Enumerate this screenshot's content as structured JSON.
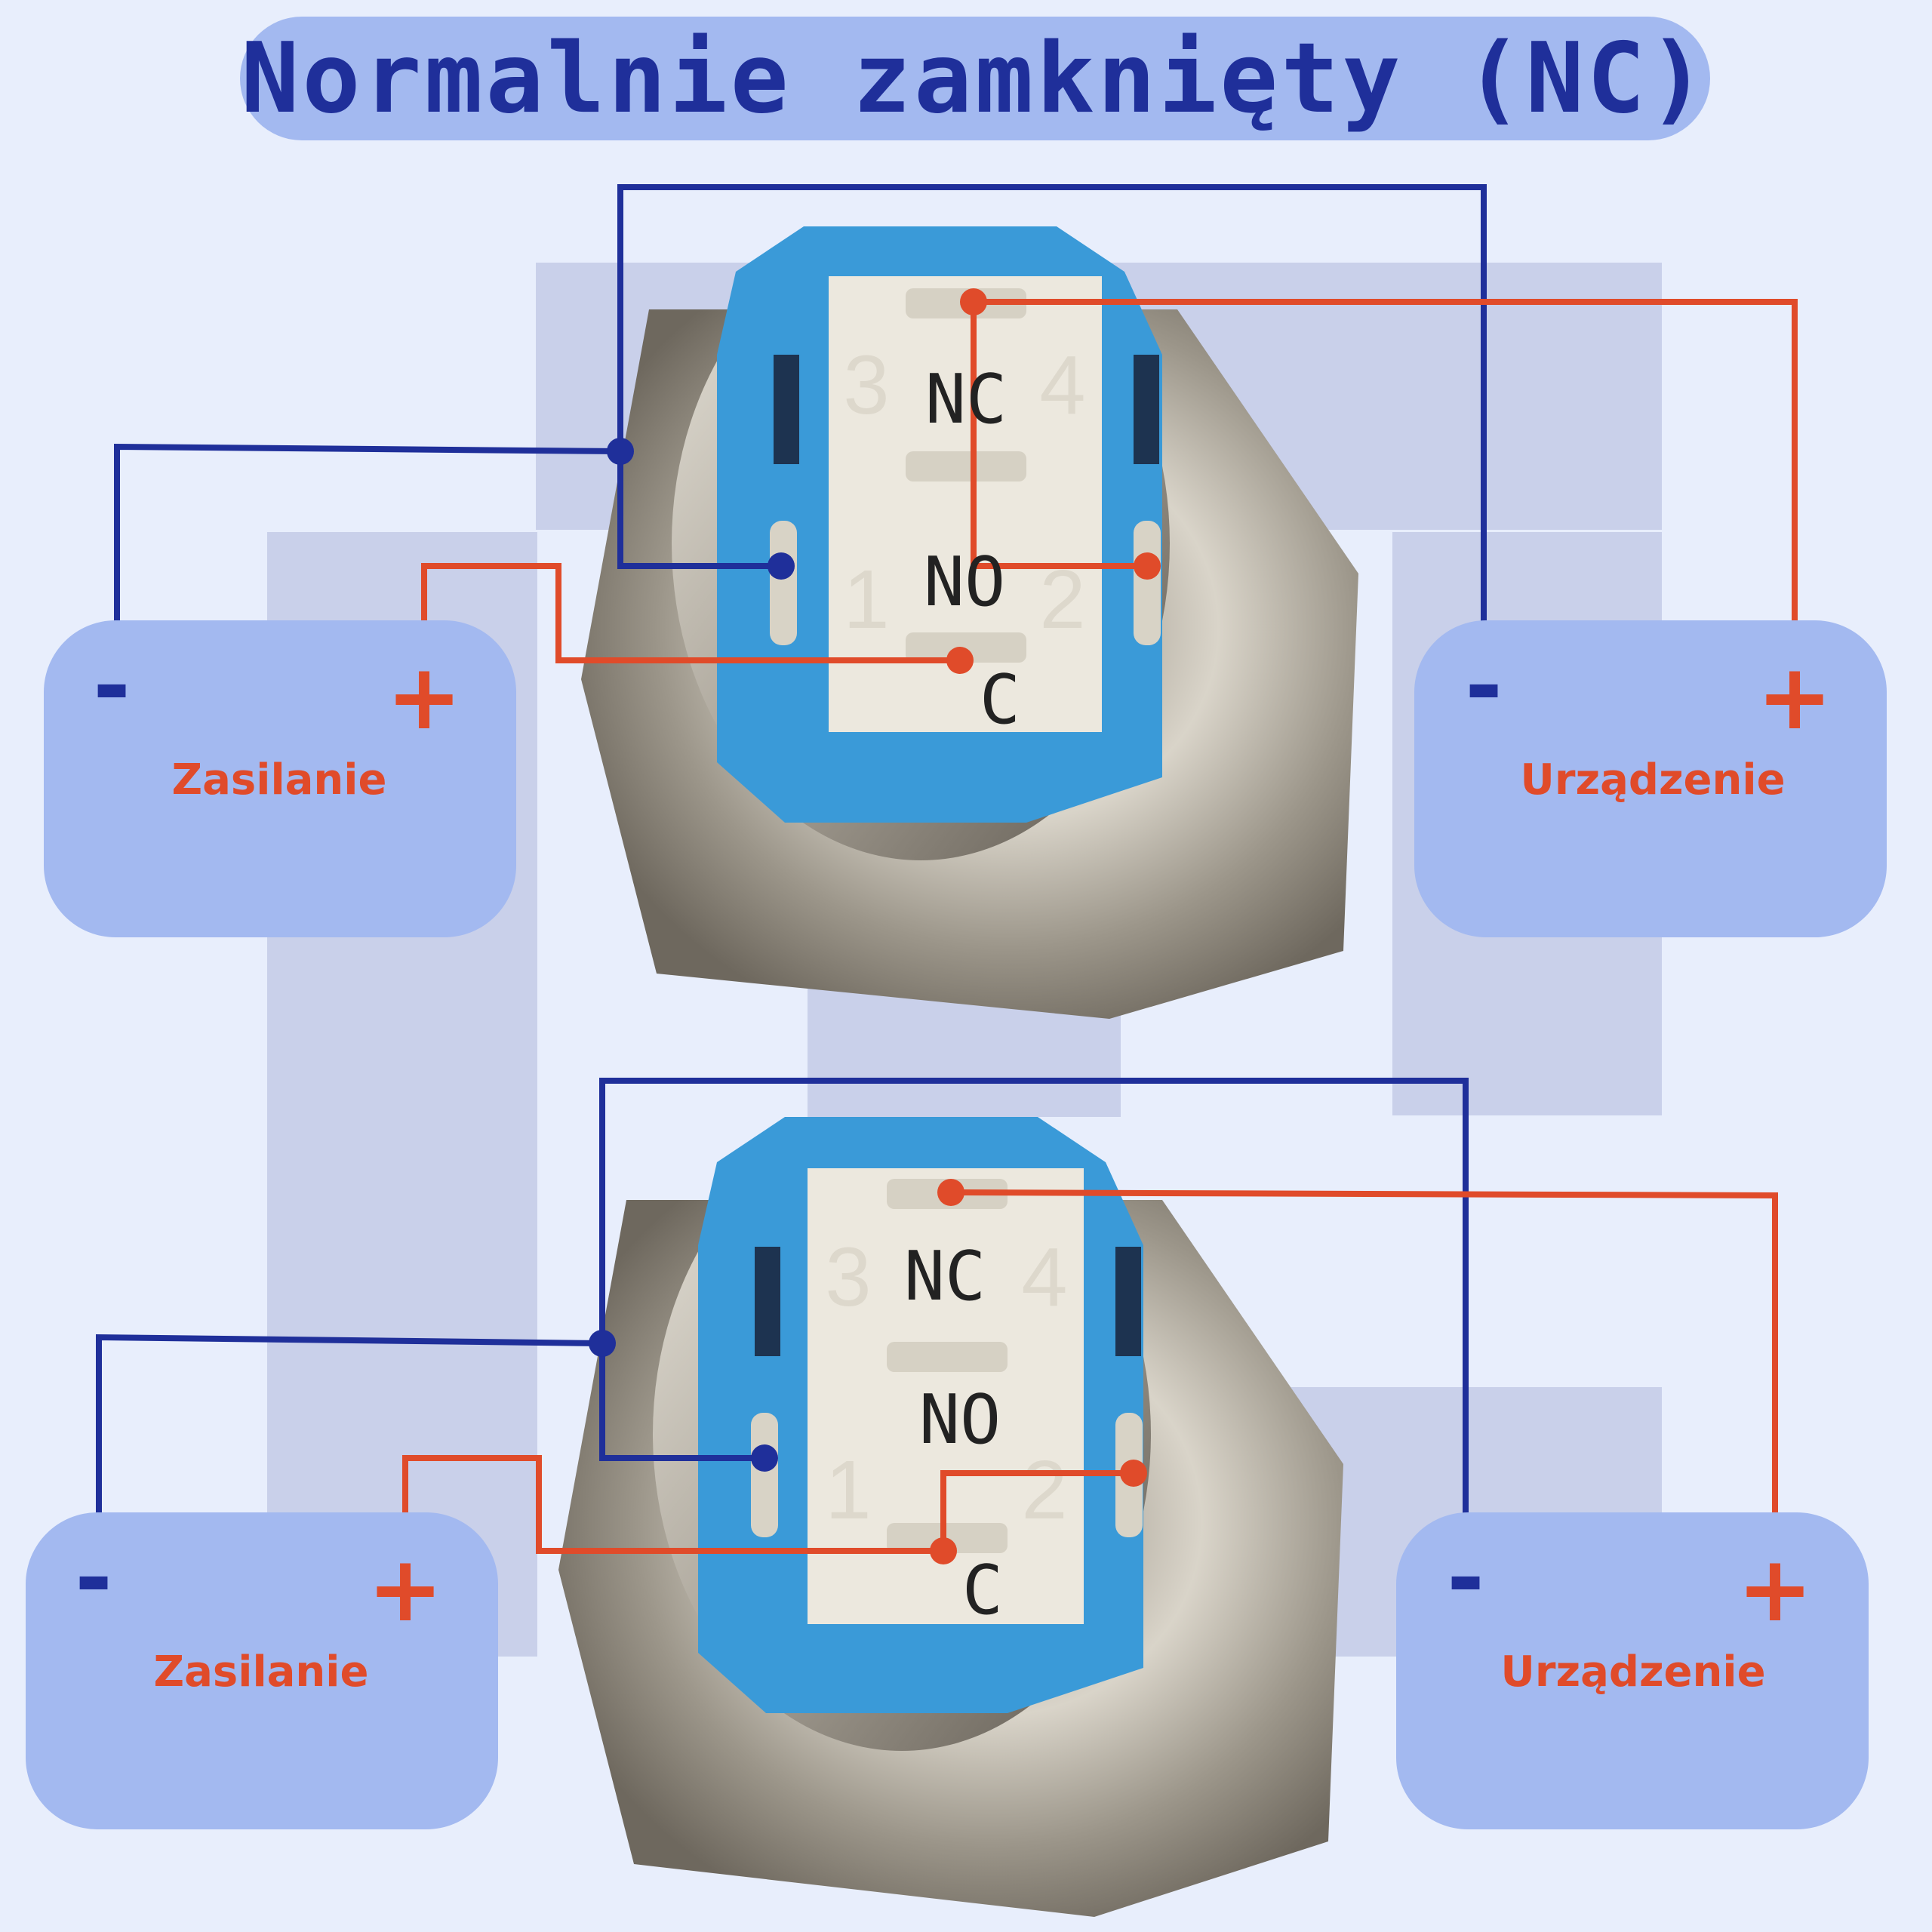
{
  "title": "Normalnie zamknięty (NC)",
  "colors": {
    "background": "#e8eefc",
    "panel": "#a3b9f0",
    "negative_wire": "#1f2f9a",
    "positive_wire": "#e04b2a",
    "switch_housing": "#3a9ad8",
    "terminal_block": "#ece8de",
    "metal_body": "#b7b3aa"
  },
  "diagrams": [
    {
      "pins": {
        "top": "NC",
        "middle": "NO",
        "bottom": "C"
      },
      "pin_numbers": [
        "3",
        "4",
        "1",
        "2"
      ],
      "source": {
        "label": "Zasilanie",
        "minus": "-",
        "plus": "+"
      },
      "device": {
        "label": "Urządzenie",
        "minus": "-",
        "plus": "+"
      }
    },
    {
      "pins": {
        "top": "NC",
        "middle": "NO",
        "bottom": "C"
      },
      "pin_numbers": [
        "3",
        "4",
        "1",
        "2"
      ],
      "source": {
        "label": "Zasilanie",
        "minus": "-",
        "plus": "+"
      },
      "device": {
        "label": "Urządzenie",
        "minus": "-",
        "plus": "+"
      }
    }
  ]
}
